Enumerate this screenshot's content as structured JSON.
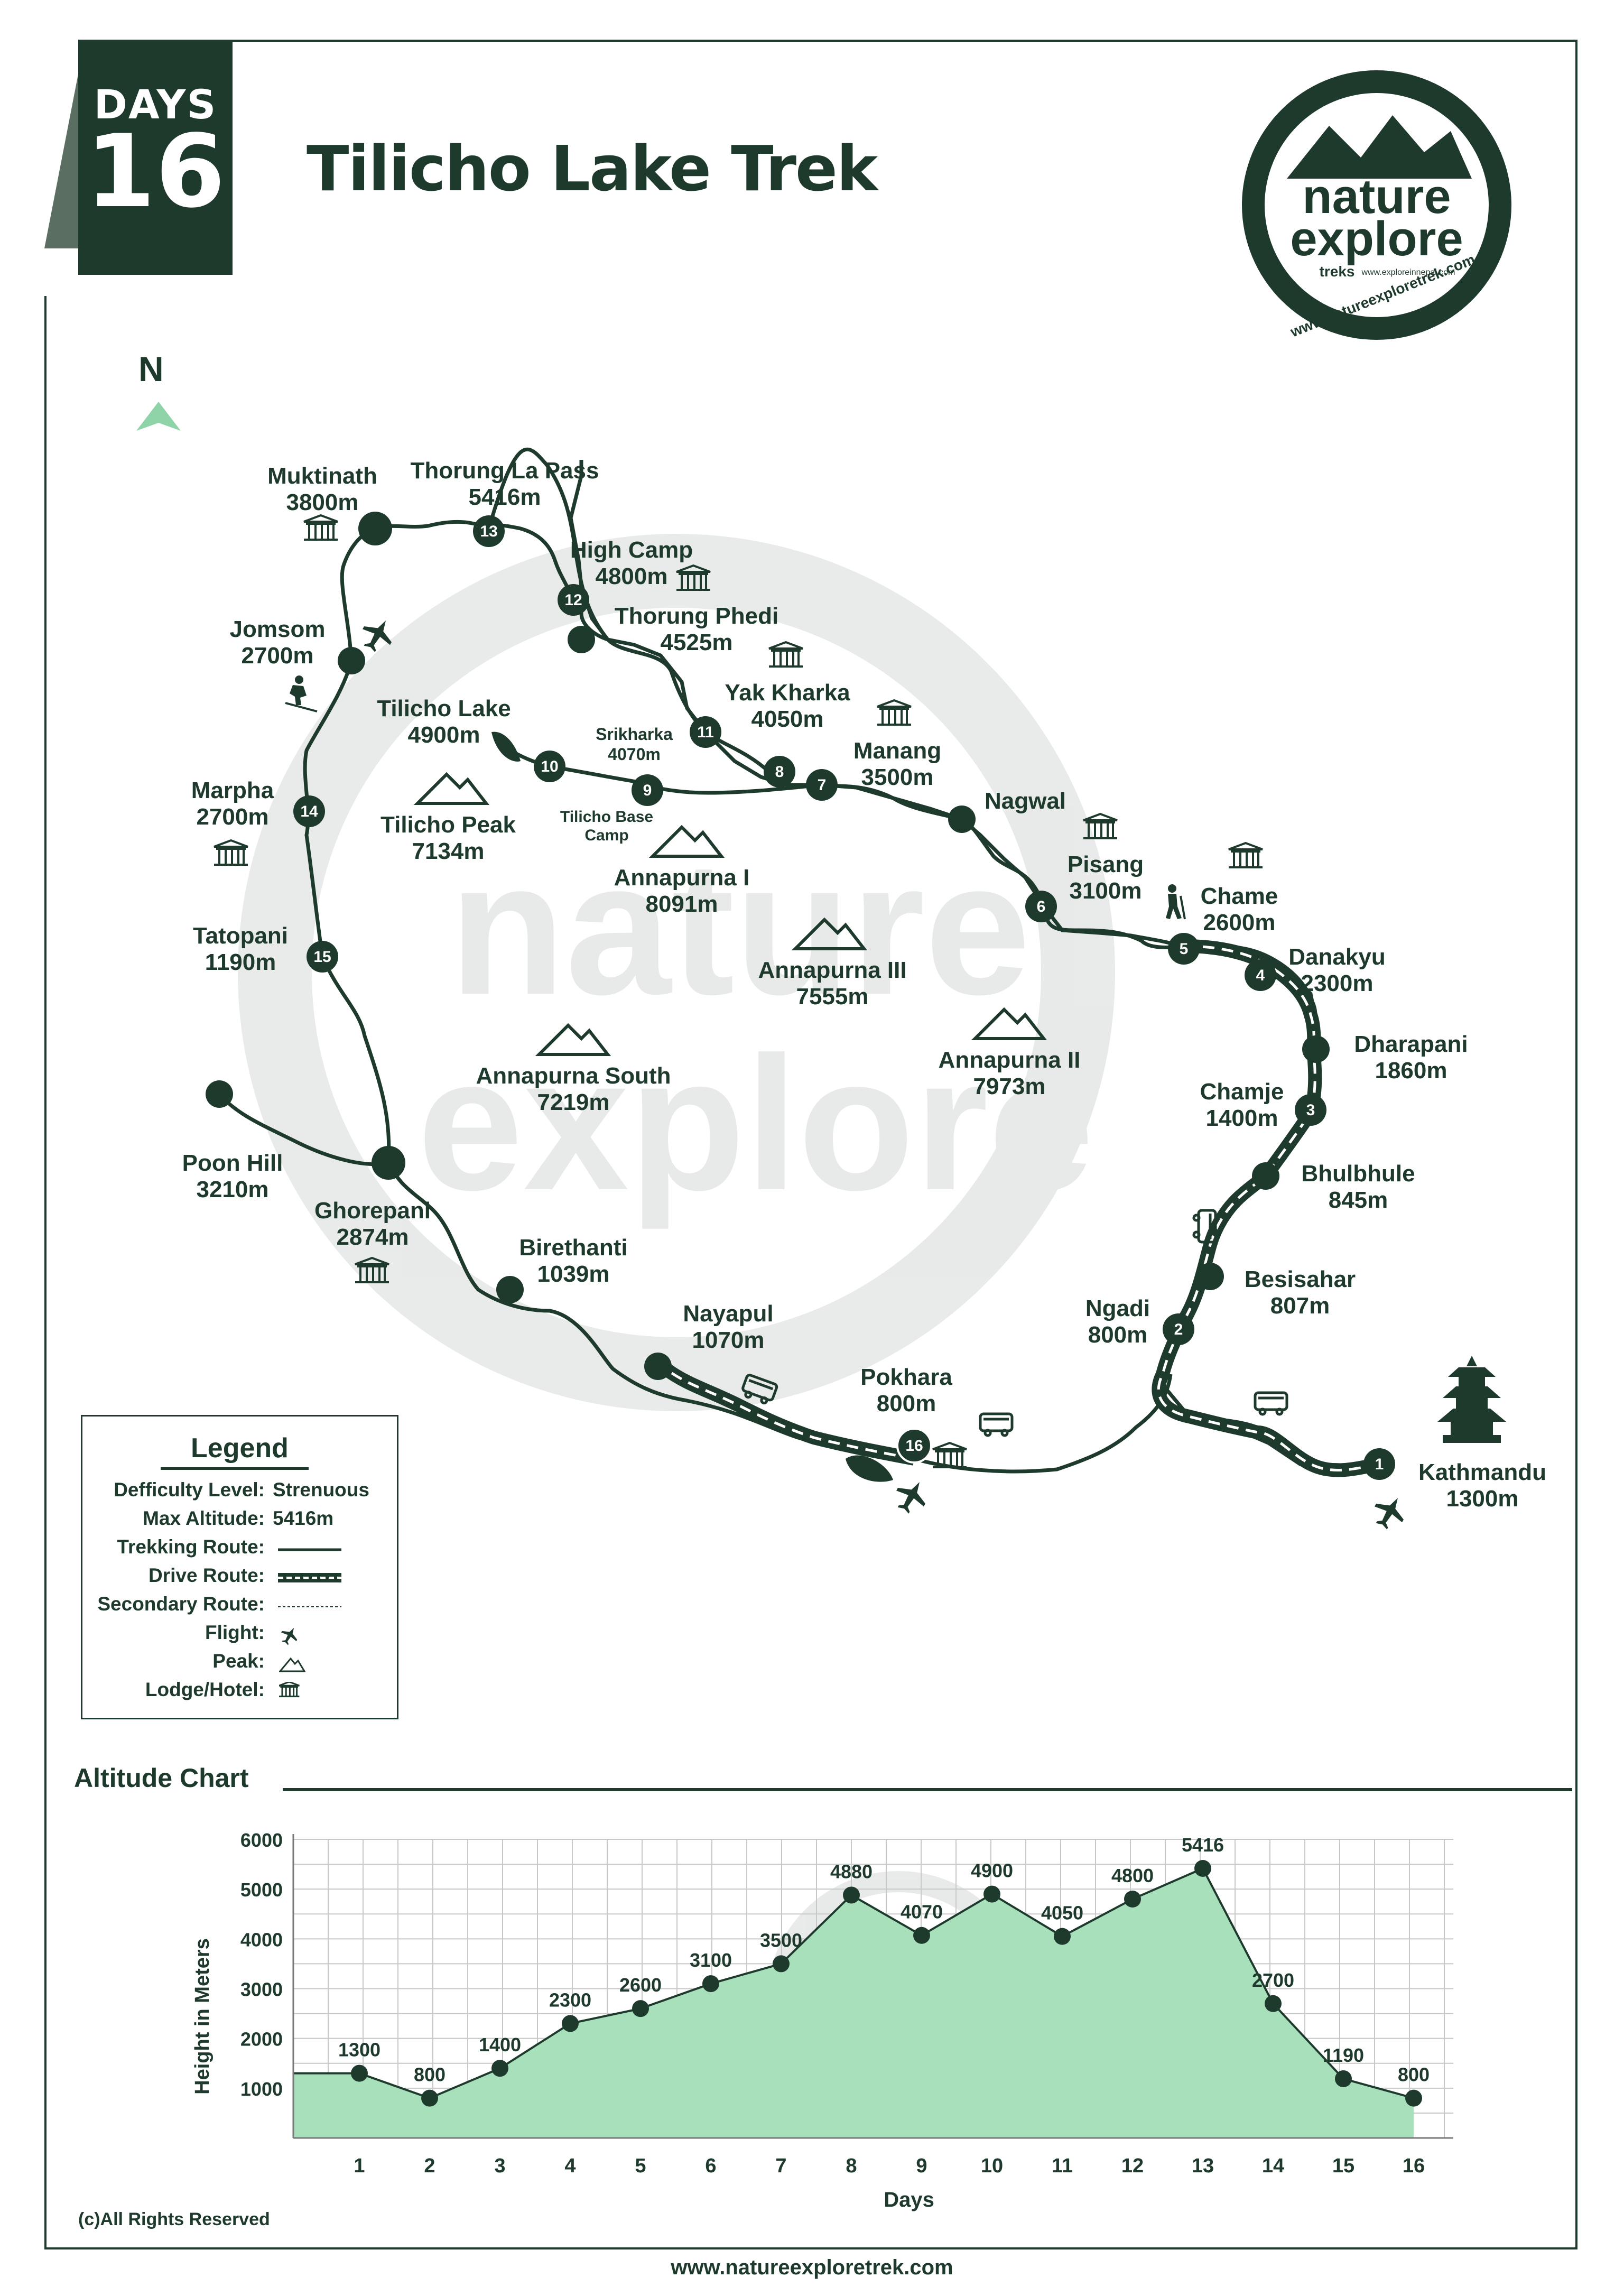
{
  "header": {
    "days_label": "DAYS",
    "days_number": "16",
    "title": "Tilicho Lake Trek",
    "north": "N"
  },
  "logo": {
    "line1": "nature",
    "line2": "explore",
    "line3": "treks",
    "small_url": "www.exploreinnepal.com",
    "ring_url": "www.natureexploretrek.com"
  },
  "colors": {
    "primary": "#1e3a2c",
    "chart_fill": "#a8e0bc",
    "accent_green": "#8fd3a8"
  },
  "map": {
    "places": [
      {
        "name": "Muktinath",
        "alt": "3800m"
      },
      {
        "name": "Thorung La Pass",
        "alt": "5416m"
      },
      {
        "name": "High Camp",
        "alt": "4800m"
      },
      {
        "name": "Thorung Phedi",
        "alt": "4525m"
      },
      {
        "name": "Yak Kharka",
        "alt": "4050m"
      },
      {
        "name": "Manang",
        "alt": "3500m"
      },
      {
        "name": "Nagwal",
        "alt": ""
      },
      {
        "name": "Pisang",
        "alt": "3100m"
      },
      {
        "name": "Chame",
        "alt": "2600m"
      },
      {
        "name": "Danakyu",
        "alt": "2300m"
      },
      {
        "name": "Dharapani",
        "alt": "1860m"
      },
      {
        "name": "Chamje",
        "alt": "1400m"
      },
      {
        "name": "Bhulbhule",
        "alt": "845m"
      },
      {
        "name": "Besisahar",
        "alt": "807m"
      },
      {
        "name": "Ngadi",
        "alt": "800m"
      },
      {
        "name": "Kathmandu",
        "alt": "1300m"
      },
      {
        "name": "Pokhara",
        "alt": "800m"
      },
      {
        "name": "Nayapul",
        "alt": "1070m"
      },
      {
        "name": "Birethanti",
        "alt": "1039m"
      },
      {
        "name": "Ghorepani",
        "alt": "2874m"
      },
      {
        "name": "Poon Hill",
        "alt": "3210m"
      },
      {
        "name": "Tatopani",
        "alt": "1190m"
      },
      {
        "name": "Marpha",
        "alt": "2700m"
      },
      {
        "name": "Jomsom",
        "alt": "2700m"
      },
      {
        "name": "Tilicho Lake",
        "alt": "4900m"
      },
      {
        "name": "Srikharka",
        "alt": "4070m"
      },
      {
        "name": "Tilicho Base",
        "alt": "Camp"
      }
    ],
    "peaks": [
      {
        "name": "Tilicho Peak",
        "alt": "7134m"
      },
      {
        "name": "Annapurna I",
        "alt": "8091m"
      },
      {
        "name": "Annapurna III",
        "alt": "7555m"
      },
      {
        "name": "Annapurna II",
        "alt": "7973m"
      },
      {
        "name": "Annapurna South",
        "alt": "7219m"
      }
    ],
    "stops": [
      "1",
      "2",
      "3",
      "4",
      "5",
      "6",
      "7",
      "8",
      "9",
      "10",
      "11",
      "12",
      "13",
      "14",
      "15",
      "16"
    ]
  },
  "legend": {
    "title": "Legend",
    "rows": [
      {
        "key": "Defficulty Level:",
        "value": "Strenuous"
      },
      {
        "key": "Max Altitude:",
        "value": "5416m"
      },
      {
        "key": "Trekking Route:",
        "value": ""
      },
      {
        "key": "Drive Route:",
        "value": ""
      },
      {
        "key": "Secondary Route:",
        "value": ""
      },
      {
        "key": "Flight:",
        "value": ""
      },
      {
        "key": "Peak:",
        "value": ""
      },
      {
        "key": "Lodge/Hotel:",
        "value": ""
      }
    ],
    "symbols": [
      "trekking-route-line",
      "drive-route-line",
      "secondary-route-dashed",
      "plane-icon",
      "peak-icon",
      "lodge-icon"
    ]
  },
  "altitude_chart": {
    "heading": "Altitude Chart"
  },
  "chart_data": {
    "type": "area",
    "title": "",
    "xlabel": "Days",
    "ylabel": "Height in Meters",
    "x": [
      1,
      2,
      3,
      4,
      5,
      6,
      7,
      8,
      9,
      10,
      11,
      12,
      13,
      14,
      15,
      16
    ],
    "y_ticks": [
      1000,
      2000,
      3000,
      4000,
      5000,
      6000
    ],
    "ylim": [
      0,
      6000
    ],
    "series": [
      {
        "values": [
          1300,
          800,
          1400,
          2300,
          2600,
          3100,
          3500,
          4880,
          4070,
          4900,
          4050,
          4800,
          5416,
          2700,
          1190,
          800
        ]
      }
    ],
    "grid": true
  },
  "footer": {
    "copyright": "(c)All Rights Reserved",
    "url": "www.natureexploretrek.com"
  }
}
